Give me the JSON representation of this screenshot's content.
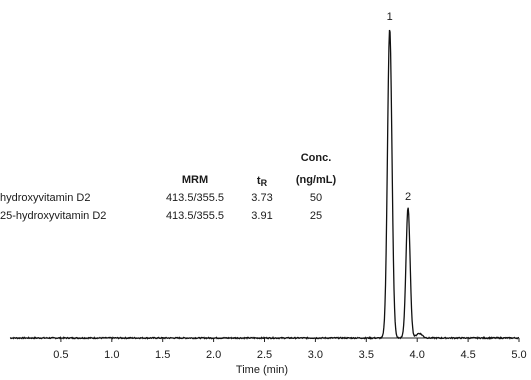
{
  "chart_data": {
    "type": "line",
    "xlabel": "Time (min)",
    "ylabel": "",
    "xlim": [
      0,
      5.0
    ],
    "x_ticks": [
      "0.5",
      "1.0",
      "1.5",
      "2.0",
      "2.5",
      "3.0",
      "3.5",
      "4.0",
      "4.5",
      "5.0"
    ],
    "x_tick_values": [
      0.5,
      1.0,
      1.5,
      2.0,
      2.5,
      3.0,
      3.5,
      4.0,
      4.5,
      5.0
    ],
    "grid": false,
    "line_color": "#111111",
    "peaks": [
      {
        "label": "1",
        "rt": 3.73,
        "height": 1.0,
        "width": 0.022
      },
      {
        "label": "2",
        "rt": 3.91,
        "height": 0.42,
        "width": 0.02
      }
    ],
    "table": {
      "headers": {
        "mrm": "MRM",
        "tr": "t",
        "tr_sub": "R",
        "conc_line1": "Conc.",
        "conc_line2": "(ng/mL)"
      },
      "rows": [
        {
          "name": "hydroxyvitamin D2",
          "mrm": "413.5/355.5",
          "tr": "3.73",
          "conc": "50"
        },
        {
          "name": "25-hydroxyvitamin D2",
          "mrm": "413.5/355.5",
          "tr": "3.91",
          "conc": "25"
        }
      ]
    }
  }
}
